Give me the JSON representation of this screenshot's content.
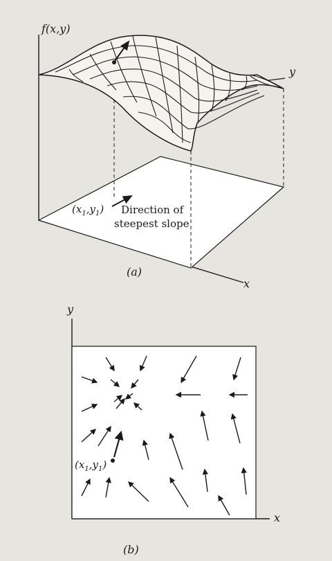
{
  "figure_a": {
    "z_label": "f(x,y)",
    "y_label": "y",
    "x_label": "x",
    "point_label": "(x1,y1)",
    "direction_label_line1": "Direction of",
    "direction_label_line2": "steepest slope",
    "caption": "(a)"
  },
  "figure_b": {
    "y_label": "y",
    "x_label": "x",
    "point_label": "(x1,y1)",
    "caption": "(b)",
    "arrow_count": 27
  },
  "colors": {
    "background": "#e6e5df",
    "ink": "#1a1a1a",
    "surface": "#f4f3ee",
    "plane": "#ffffff"
  }
}
